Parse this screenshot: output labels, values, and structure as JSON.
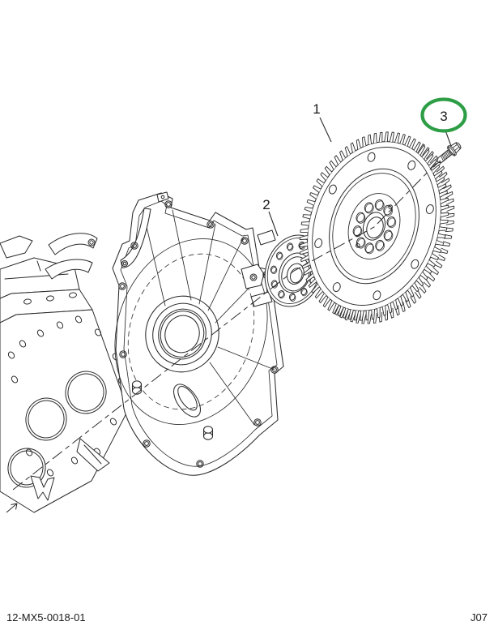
{
  "page": {
    "background": "#ffffff"
  },
  "diagram": {
    "description": "Exploded line-art parts diagram of an engine flywheel assembly: engine block with rear cover plate, crankshaft adapter plate, flywheel with ring gear, and mounting bolt on a dashed assembly centerline",
    "line_color": "#2b2b2b",
    "highlight_color": "#2d9e46",
    "callouts": [
      {
        "number": "1",
        "part": "flywheel-with-ring-gear",
        "highlighted": false
      },
      {
        "number": "2",
        "part": "crankshaft-adapter-plate",
        "highlighted": false
      },
      {
        "number": "3",
        "part": "flywheel-mounting-bolt",
        "highlighted": true
      }
    ]
  },
  "footer": {
    "left_code": "12-MX5-0018-01",
    "right_code": "J07"
  }
}
